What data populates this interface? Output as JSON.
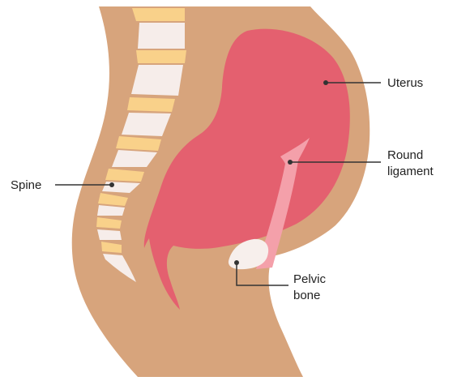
{
  "labels": {
    "uterus": "Uterus",
    "round_ligament_line1": "Round",
    "round_ligament_line2": "ligament",
    "spine": "Spine",
    "pelvic_bone_line1": "Pelvic",
    "pelvic_bone_line2": "bone"
  },
  "colors": {
    "body": "#D7A47C",
    "uterus": "#E4606F",
    "ligament": "#F4A0AA",
    "vertebra": "#F6EDEA",
    "disc": "#F9D18A",
    "bone": "#F7EFEC",
    "leader_line": "#333333",
    "text": "#222222"
  }
}
